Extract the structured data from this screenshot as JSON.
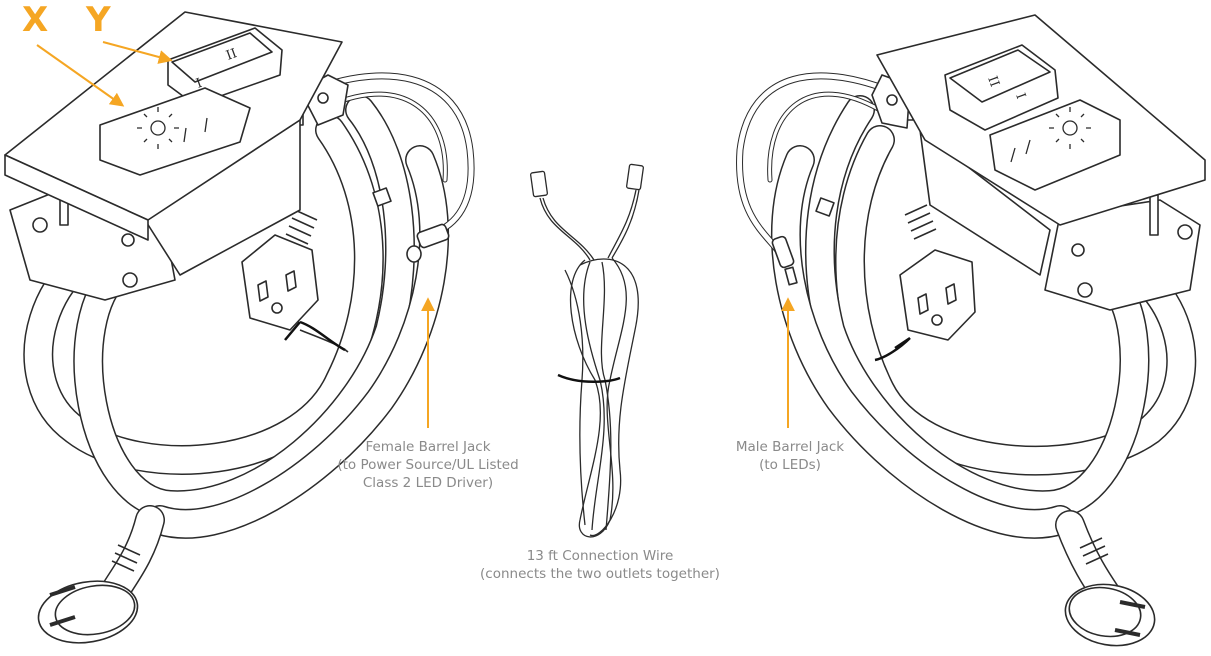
{
  "colors": {
    "accent": "#f5a623",
    "line": "#2b2b2b",
    "label": "#8a8a8a"
  },
  "callouts": {
    "x_letter": "X",
    "y_letter": "Y",
    "female_jack": "Female Barrel Jack\n(to Power Source/UL Listed\nClass 2 LED Driver)",
    "male_jack": "Male Barrel Jack\n(to LEDs)",
    "connection_wire": "13 ft Connection Wire\n(connects the two outlets together)"
  },
  "switch_marks": {
    "on": "I",
    "off": "II"
  }
}
